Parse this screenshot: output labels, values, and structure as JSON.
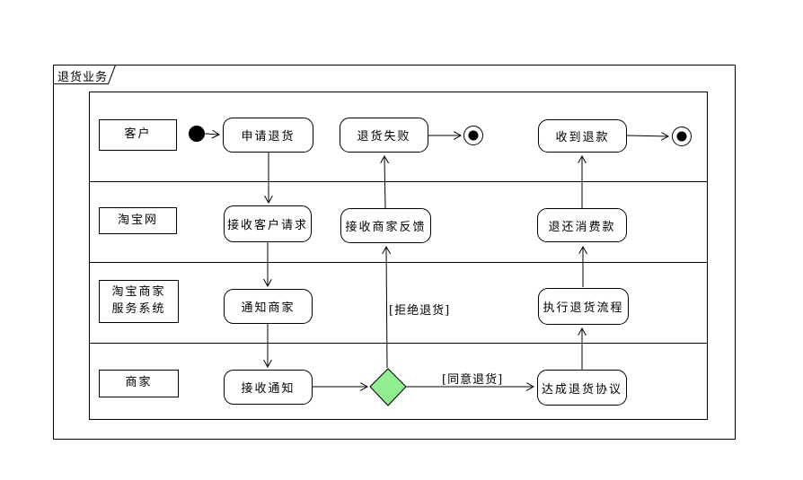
{
  "diagram": {
    "title": "退货业务",
    "lanes": [
      {
        "label": "客户"
      },
      {
        "label": "淘宝网"
      },
      {
        "label": "淘宝商家\n服务系统"
      },
      {
        "label": "商家"
      }
    ],
    "activities": {
      "apply_return": "申请退货",
      "return_failed": "退货失败",
      "receive_refund": "收到退款",
      "receive_customer_request": "接收客户请求",
      "receive_merchant_feedback": "接收商家反馈",
      "refund_consumer": "退还消费款",
      "notify_merchant": "通知商家",
      "execute_return_process": "执行退货流程",
      "receive_notification": "接收通知",
      "reach_return_agreement": "达成退货协议"
    },
    "edge_labels": {
      "reject": "[拒绝退货]",
      "agree": "[同意退货]"
    },
    "colors": {
      "decision_fill": "#90EE90",
      "line": "#000000",
      "background": "#FFFFFF"
    }
  }
}
